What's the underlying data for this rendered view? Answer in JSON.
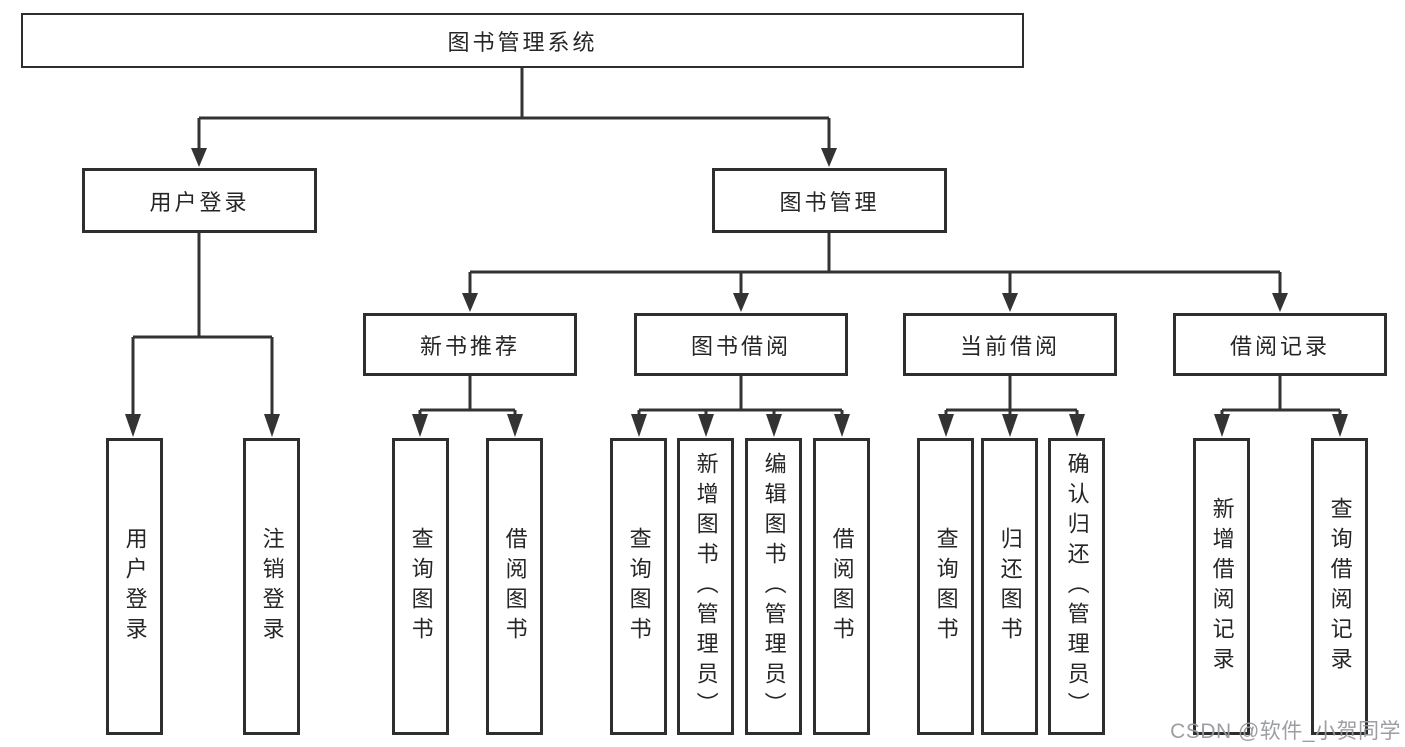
{
  "diagram": {
    "root": {
      "id": "library-management-system",
      "label": "图书管理系统"
    },
    "level2": [
      {
        "id": "user-login",
        "parent": "library-management-system",
        "label": "用户登录"
      },
      {
        "id": "book-management",
        "parent": "library-management-system",
        "label": "图书管理"
      }
    ],
    "level3": [
      {
        "id": "new-book-recommend",
        "parent": "book-management",
        "label": "新书推荐"
      },
      {
        "id": "book-borrowing",
        "parent": "book-management",
        "label": "图书借阅"
      },
      {
        "id": "current-borrowing",
        "parent": "book-management",
        "label": "当前借阅"
      },
      {
        "id": "borrowing-records",
        "parent": "book-management",
        "label": "借阅记录"
      }
    ],
    "leaves": [
      {
        "id": "user-login-leaf",
        "parent": "user-login",
        "label": "用户登录"
      },
      {
        "id": "logout-leaf",
        "parent": "user-login",
        "label": "注销登录"
      },
      {
        "id": "query-books-recommend",
        "parent": "new-book-recommend",
        "label": "查询图书"
      },
      {
        "id": "borrow-books-recommend",
        "parent": "new-book-recommend",
        "label": "借阅图书"
      },
      {
        "id": "query-books-borrowing",
        "parent": "book-borrowing",
        "label": "查询图书"
      },
      {
        "id": "add-books-admin",
        "parent": "book-borrowing",
        "label": "新增图书（管理员）"
      },
      {
        "id": "edit-books-admin",
        "parent": "book-borrowing",
        "label": "编辑图书（管理员）"
      },
      {
        "id": "borrow-books-borrowing",
        "parent": "book-borrowing",
        "label": "借阅图书"
      },
      {
        "id": "query-books-current",
        "parent": "current-borrowing",
        "label": "查询图书"
      },
      {
        "id": "return-books",
        "parent": "current-borrowing",
        "label": "归还图书"
      },
      {
        "id": "confirm-return-admin",
        "parent": "current-borrowing",
        "label": "确认归还（管理员）"
      },
      {
        "id": "add-borrowing-record",
        "parent": "borrowing-records",
        "label": "新增借阅记录"
      },
      {
        "id": "query-borrowing-record",
        "parent": "borrowing-records",
        "label": "查询借阅记录"
      }
    ]
  },
  "watermark": {
    "text": "CSDN @软件_小贺同学"
  },
  "colors": {
    "line": "#333333",
    "box_border": "#2e2e2e",
    "text": "#262626",
    "background": "#ffffff",
    "watermark": "#97999e"
  }
}
